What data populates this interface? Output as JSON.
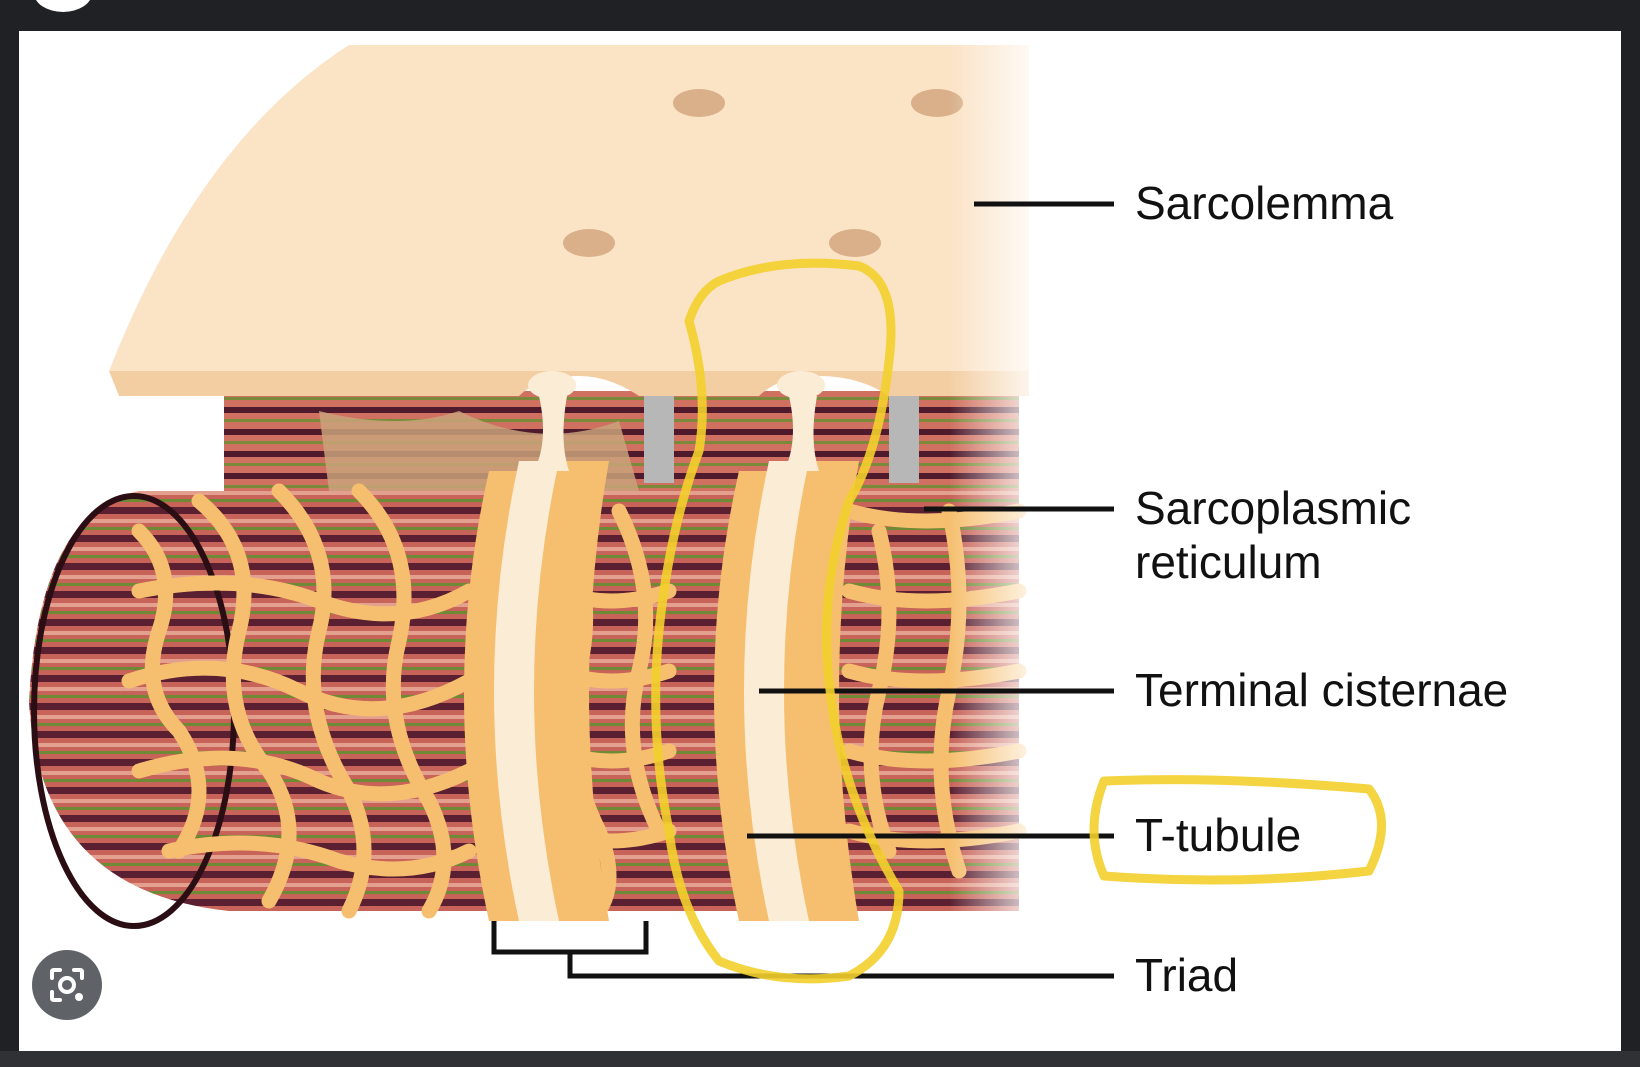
{
  "labels": {
    "sarcolemma": "Sarcolemma",
    "sarcoplasmic_line1": "Sarcoplasmic",
    "sarcoplasmic_line2": "reticulum",
    "terminal_cisternae": "Terminal cisternae",
    "t_tubule": "T-tubule",
    "triad": "Triad"
  },
  "icons": {
    "lens": "lens-camera-icon"
  },
  "colors": {
    "sarcolemma": "#fbe3c6",
    "reticulum": "#f6bf6f",
    "myofibril_red": "#c76358",
    "myofibril_dark": "#5a1f30",
    "highlight": "#f3cf2c",
    "background": "#202124"
  }
}
